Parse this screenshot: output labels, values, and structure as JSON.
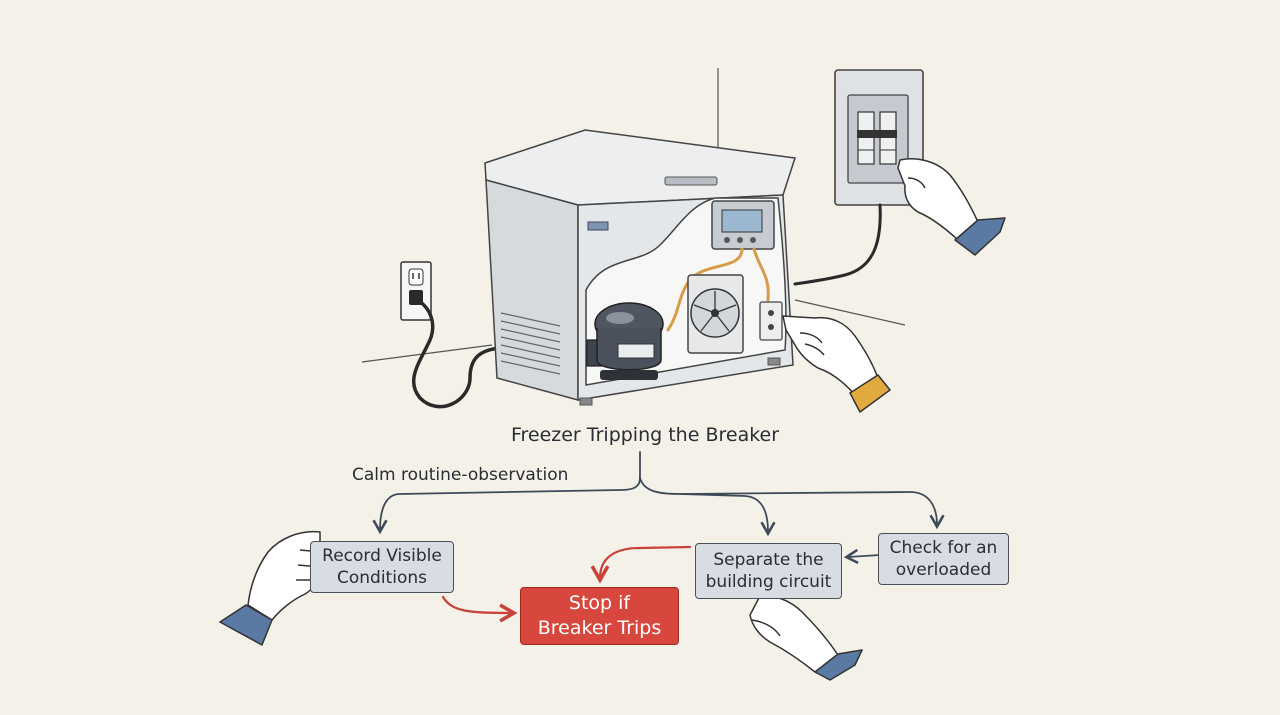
{
  "title": "Freezer Tripping the Breaker",
  "branch_label": "Calm routine-observation",
  "steps": {
    "record": {
      "line1": "Record Visible",
      "line2": "Conditions"
    },
    "stop": {
      "line1": "Stop if",
      "line2": "Breaker Trips"
    },
    "separate": {
      "line1": "Separate the",
      "line2": "building circuit"
    },
    "check": {
      "line1": "Check for an",
      "line2": "overloaded"
    }
  },
  "colors": {
    "background": "#f4f1e9",
    "box_fill": "#d8dde3",
    "stop_fill": "#d8473e",
    "warning_arrow": "#c9433a",
    "flow_arrow": "#3f4a58"
  },
  "icons": [
    "chest-freezer",
    "wall-outlet",
    "power-cord",
    "breaker-panel",
    "compressor",
    "fan",
    "thermostat-display",
    "hand"
  ]
}
